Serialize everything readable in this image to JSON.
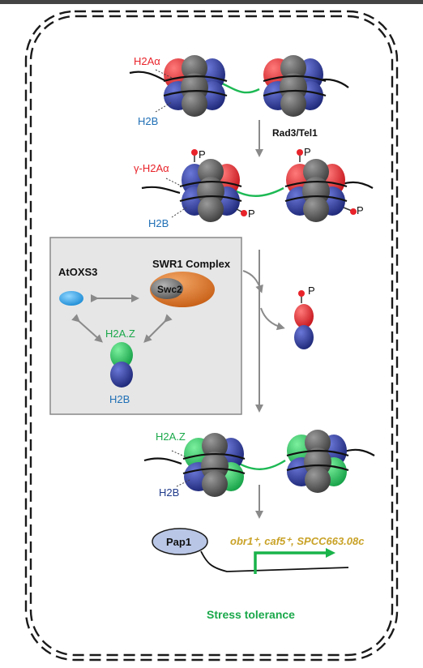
{
  "labels": {
    "h2a_alpha": "H2Aα",
    "h2b_top": "H2B",
    "kinase": "Rad3/Tel1",
    "gamma_h2a": "γ-H2Aα",
    "h2b_phospho": "H2B",
    "phospho_1": "P",
    "phospho_2": "P",
    "phospho_3": "P",
    "phospho_4": "P",
    "phospho_free": "P",
    "atoxs3": "AtOXS3",
    "swr1": "SWR1 Complex",
    "swc2": "Swc2",
    "h2az_box": "H2A.Z",
    "h2b_box": "H2B",
    "h2az_bottom": "H2A.Z",
    "h2b_bottom": "H2B",
    "pap1": "Pap1",
    "genes": "obr1⁺, caf5⁺, SPCC663.08c",
    "outcome": "Stress tolerance"
  },
  "colors": {
    "h2a": "#e8232a",
    "h2b": "#2d3a9e",
    "h2az": "#22c55e",
    "core": "#5a5a5a",
    "linker": "#1db954",
    "label_red": "#e8232a",
    "label_blue": "#1f6fb5",
    "label_green": "#1aa84a",
    "gene_text": "#c9a227",
    "atoxs3_fill": "#3aa6e8",
    "swr1_fill": "#e07a2e",
    "pap1_fill": "#b9c6e6",
    "box_fill": "#e6e6e6"
  }
}
